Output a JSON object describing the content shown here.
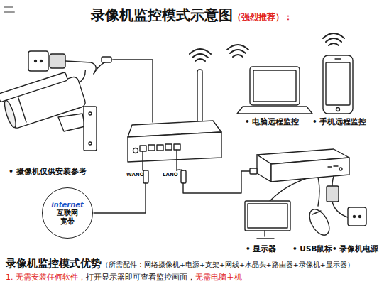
{
  "diagram": {
    "title": "录像机监控模式示意图",
    "caption": "录像机监控模式优势",
    "nodes": [
      {
        "text": [
          "internet",
          "互联网 宽带"
        ]
      }
    ],
    "labels": [
      "（强烈推荐）：",
      "• 摄像机仅供安装参考",
      "WANO",
      "LANO",
      "• 电脑远程监控",
      "• 手机远程监控",
      "• 显示器",
      "• USB鼠标",
      "• 录像机电源",
      "（所需配件：网络摄像机+电源+支架+网线+水晶头+路由器+录像机+显示器）",
      "1. 无需安装任何软件，",
      "打开显示器即可查看监控画面，",
      "无需电脑主机"
    ]
  }
}
